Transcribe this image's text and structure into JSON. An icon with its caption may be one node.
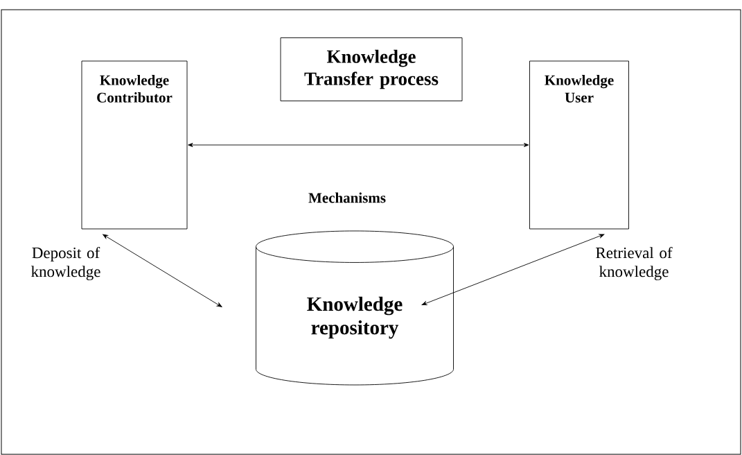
{
  "diagram": {
    "nodes": [
      {
        "text": [
          "Knowledge Transfer process"
        ]
      },
      {
        "text": [
          "Knowledge Contributor"
        ]
      },
      {
        "text": [
          "Knowledge User"
        ]
      },
      {
        "text": [
          "Knowledge repository"
        ]
      }
    ],
    "edges": [
      {
        "from": 1,
        "to": 2,
        "arrow": "both",
        "label": "Mechanisms"
      },
      {
        "from": 1,
        "to": 3,
        "arrow": "both",
        "label": "Deposit of knowledge"
      },
      {
        "from": 2,
        "to": 3,
        "arrow": "both",
        "label": "Retrieval of knowledge"
      }
    ]
  }
}
